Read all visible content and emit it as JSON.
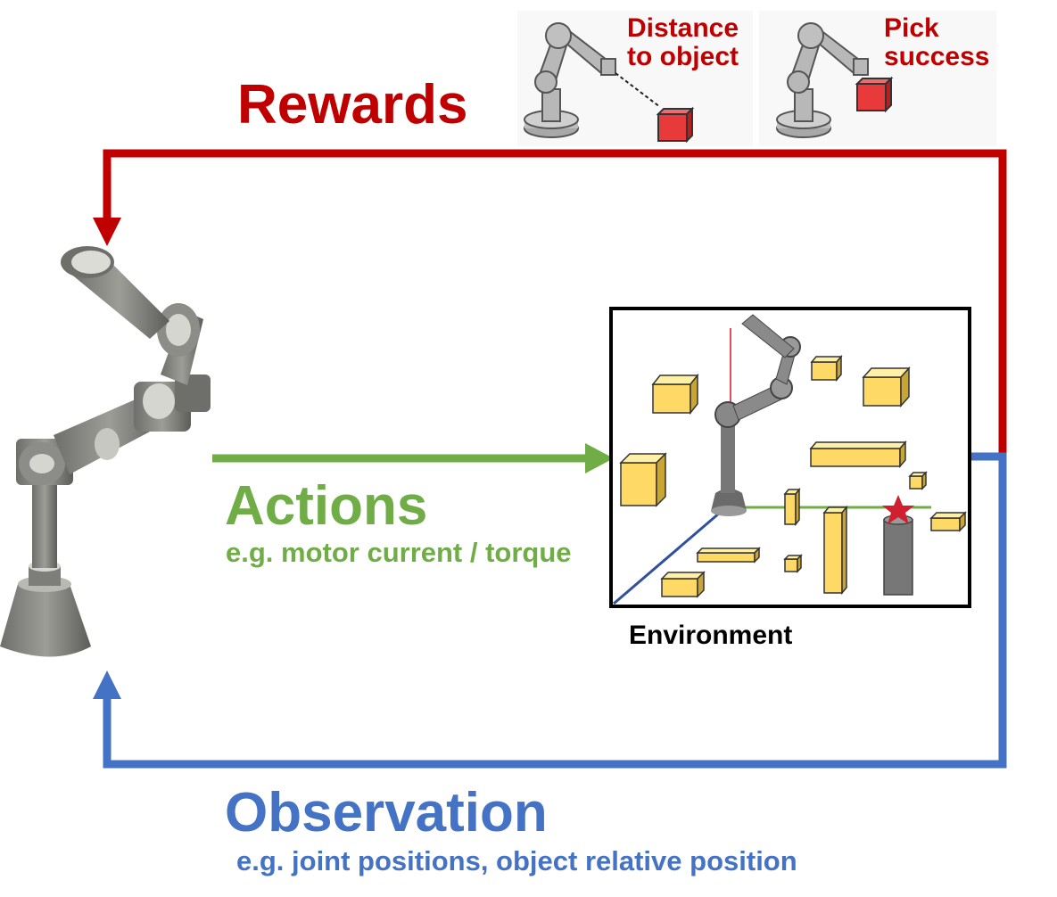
{
  "rewards": {
    "title": "Rewards",
    "examples": [
      {
        "label": "Distance\nto object"
      },
      {
        "label": "Pick\nsuccess"
      }
    ]
  },
  "actions": {
    "title": "Actions",
    "subtitle": "e.g. motor current / torque"
  },
  "observation": {
    "title": "Observation",
    "subtitle": "e.g. joint positions, object relative position"
  },
  "environment": {
    "label": "Environment"
  },
  "colors": {
    "rewards": "#c00000",
    "actions": "#70ad47",
    "observation": "#4472c4",
    "object": "#e83a3a",
    "box": "#ffd966"
  }
}
